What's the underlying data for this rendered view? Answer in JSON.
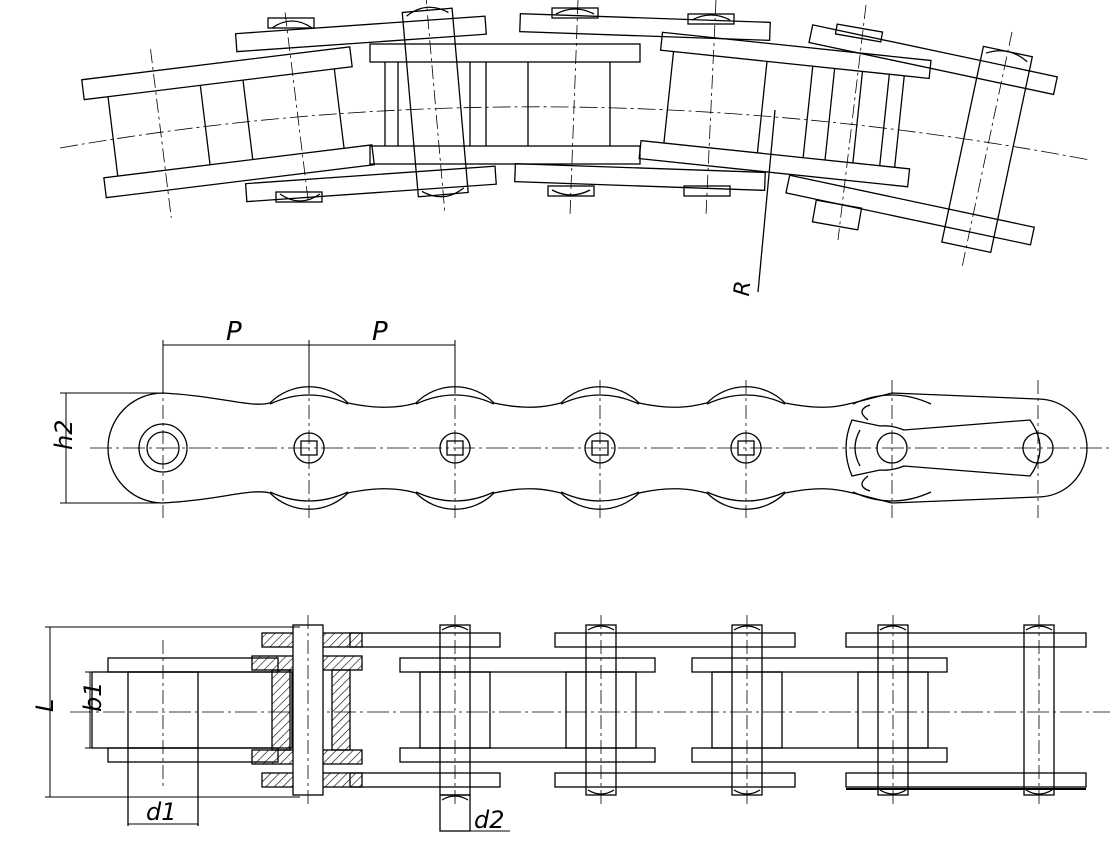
{
  "labels": {
    "radius": "R",
    "pitch_1": "P",
    "pitch_2": "P",
    "plate_height": "h2",
    "overall_width": "L",
    "inner_width": "b1",
    "roller_diameter": "d1",
    "pin_diameter": "d2"
  },
  "colors": {
    "line": "#000000",
    "background": "#ffffff",
    "hatch": "#000000"
  }
}
